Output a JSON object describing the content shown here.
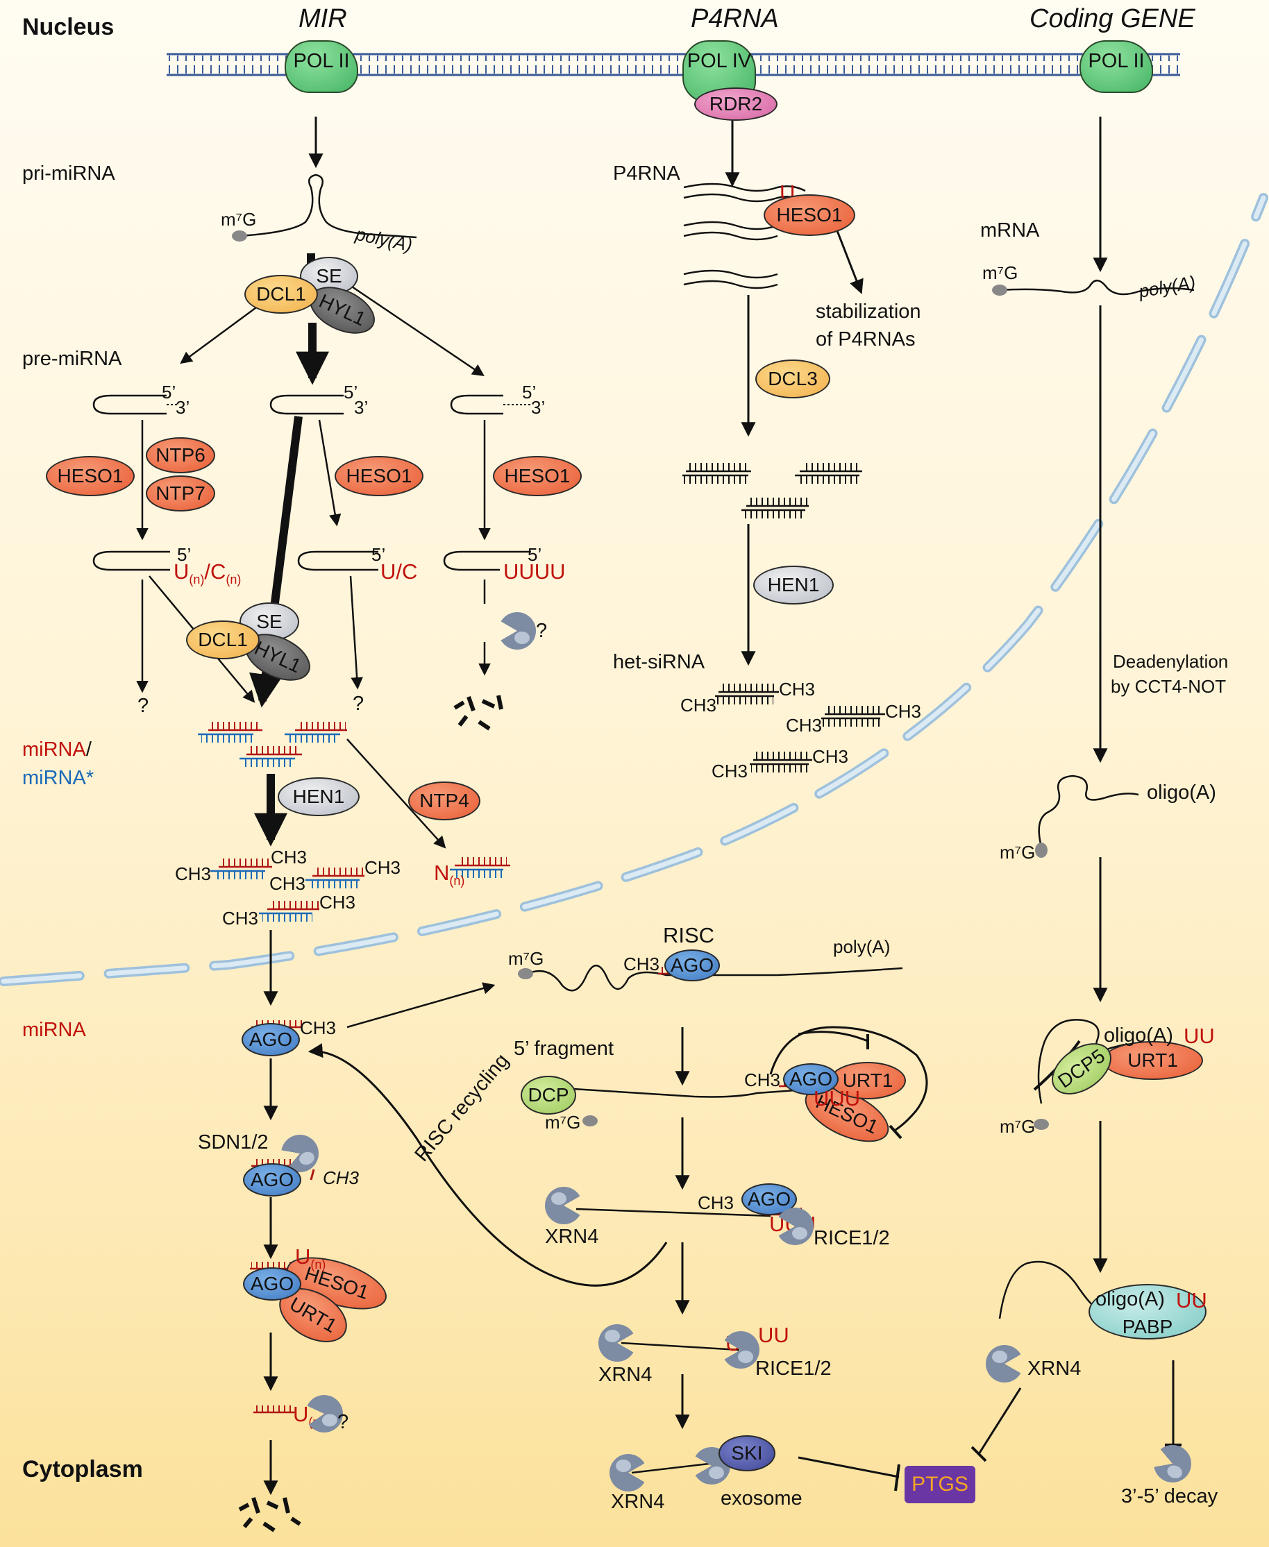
{
  "compartments": {
    "nucleus": "Nucleus",
    "cytoplasm": "Cytoplasm"
  },
  "columns": {
    "mir": "MIR",
    "p4rna": "P4RNA",
    "coding": "Coding GENE"
  },
  "enzymes": {
    "pol_ii": "POL II",
    "pol_iv": "POL IV",
    "rdr2": "RDR2",
    "dcl1": "DCL1",
    "dcl3": "DCL3",
    "se": "SE",
    "hyl1": "HYL1",
    "heso1": "HESO1",
    "ntp6": "NTP6",
    "ntp7": "NTP7",
    "ntp4": "NTP4",
    "hen1": "HEN1",
    "ago": "AGO",
    "urt1": "URT1",
    "dcp": "DCP",
    "dcp5": "DCP5",
    "ski": "SKI",
    "pabp": "PABP",
    "ptgs": "PTGS"
  },
  "labels": {
    "pri_mirna": "pri-miRNA",
    "pre_mirna": "pre-miRNA",
    "p4rna": "P4RNA",
    "mrna": "mRNA",
    "het_sirna": "het-siRNA",
    "mirna": "miRNA",
    "slash": "/",
    "mirna_star": "miRNA*",
    "m7g": "m⁷G",
    "poly_a": "poly(A)",
    "poly_a_plain": "poly(A)",
    "oligo_a": "oligo(A)",
    "five": "5’",
    "three": "3’",
    "ch3": "CH3",
    "u_n": "U",
    "n_sub": "(n)",
    "slash_c": "/C",
    "u_c": "U/C",
    "uuuu": "UUUU",
    "uu": "UU",
    "uuu": "UUU",
    "n_letter": "N",
    "u": "U",
    "question": "?",
    "stabilization_1": "stabilization",
    "stabilization_2": "of P4RNAs",
    "deadenylation_1": "Deadenylation",
    "deadenylation_2": "by CCT4-NOT",
    "risc": "RISC",
    "five_fragment": "5’ fragment",
    "risc_recycling": "RISC recycling",
    "sdn": "SDN1/2",
    "xrn4": "XRN4",
    "rice": "RICE1/2",
    "exosome": "exosome",
    "decay": "3’-5’ decay"
  }
}
